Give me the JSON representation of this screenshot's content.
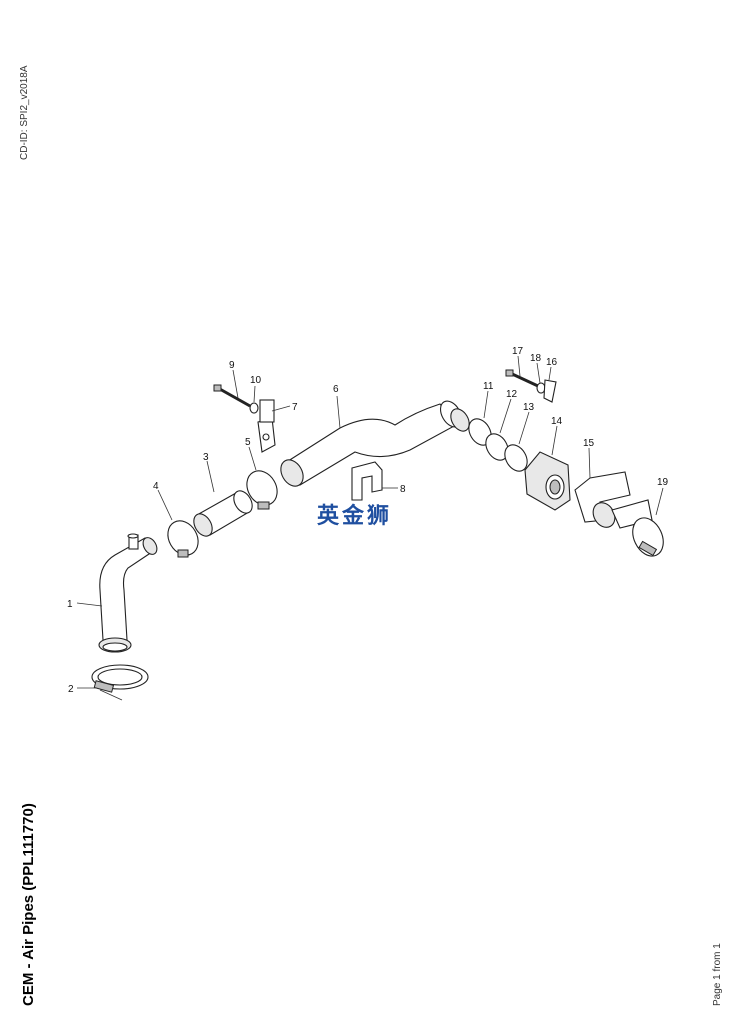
{
  "header": {
    "cd_id": "CD-ID: SPI2_v2018A"
  },
  "title": "CEM - Air Pipes (PPL111770)",
  "footer": {
    "page": "Page 1 from 1"
  },
  "watermark": "英金狮",
  "callouts": [
    "1",
    "2",
    "3",
    "4",
    "5",
    "6",
    "7",
    "8",
    "9",
    "10",
    "11",
    "12",
    "13",
    "14",
    "15",
    "16",
    "17",
    "18",
    "19"
  ]
}
